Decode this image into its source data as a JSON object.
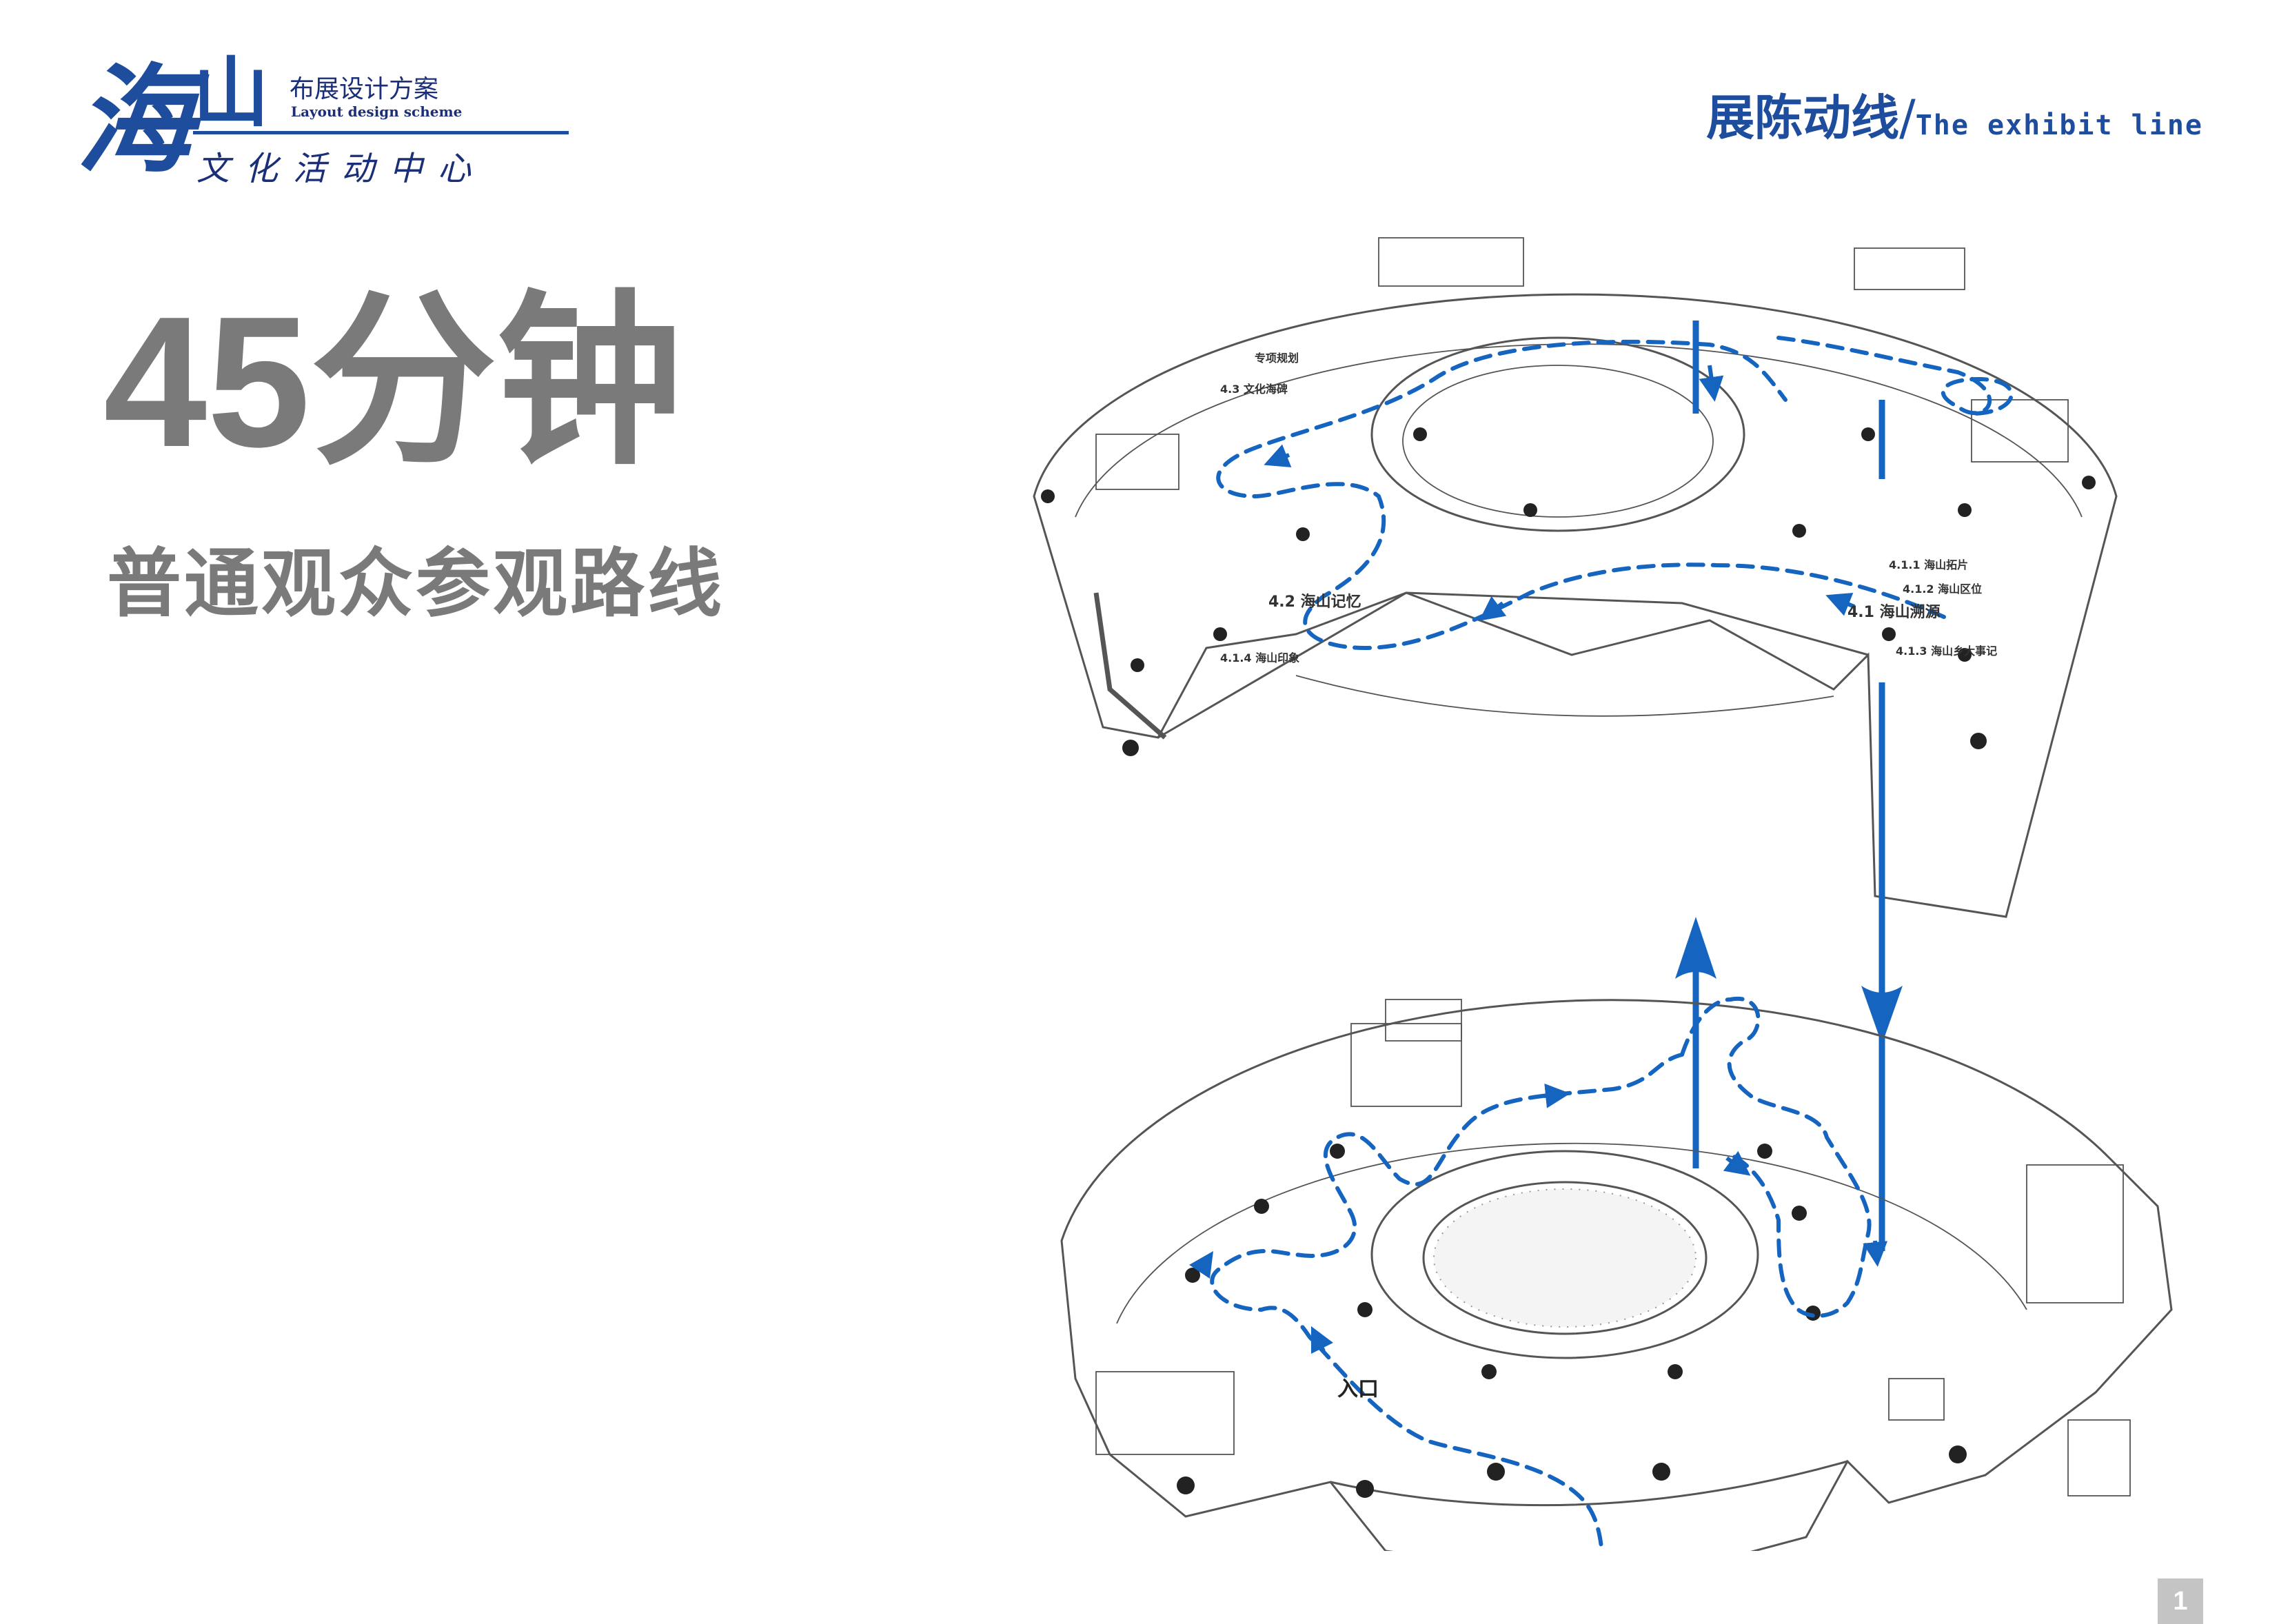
{
  "logo": {
    "char_hai": "海",
    "char_shan": "山",
    "line1": "布展设计方案",
    "line2": "Layout design scheme",
    "line3": "文化活动中心"
  },
  "header": {
    "title_zh": "展陈动线",
    "separator": "/",
    "title_en": "The exhibit line"
  },
  "main": {
    "duration": "45分钟",
    "route_label": "普通观众参观路线"
  },
  "floor_plan": {
    "upper_labels": [
      "4.1 海山溯源",
      "4.1.1 海山拓片",
      "4.1.2 海山区位",
      "4.1.3 海山乡大事记",
      "4.2 海山记忆",
      "4.1.4 海山印象",
      "4.3 文化海碑",
      "专项规划"
    ],
    "entrance_label": "入口"
  },
  "page_number": "1",
  "colors": {
    "brand_blue": "#1f4d9e",
    "route_blue": "#1565c0",
    "title_gray": "#7a7a7a",
    "line_gray": "#555555",
    "page_box": "#c4c4c4"
  }
}
